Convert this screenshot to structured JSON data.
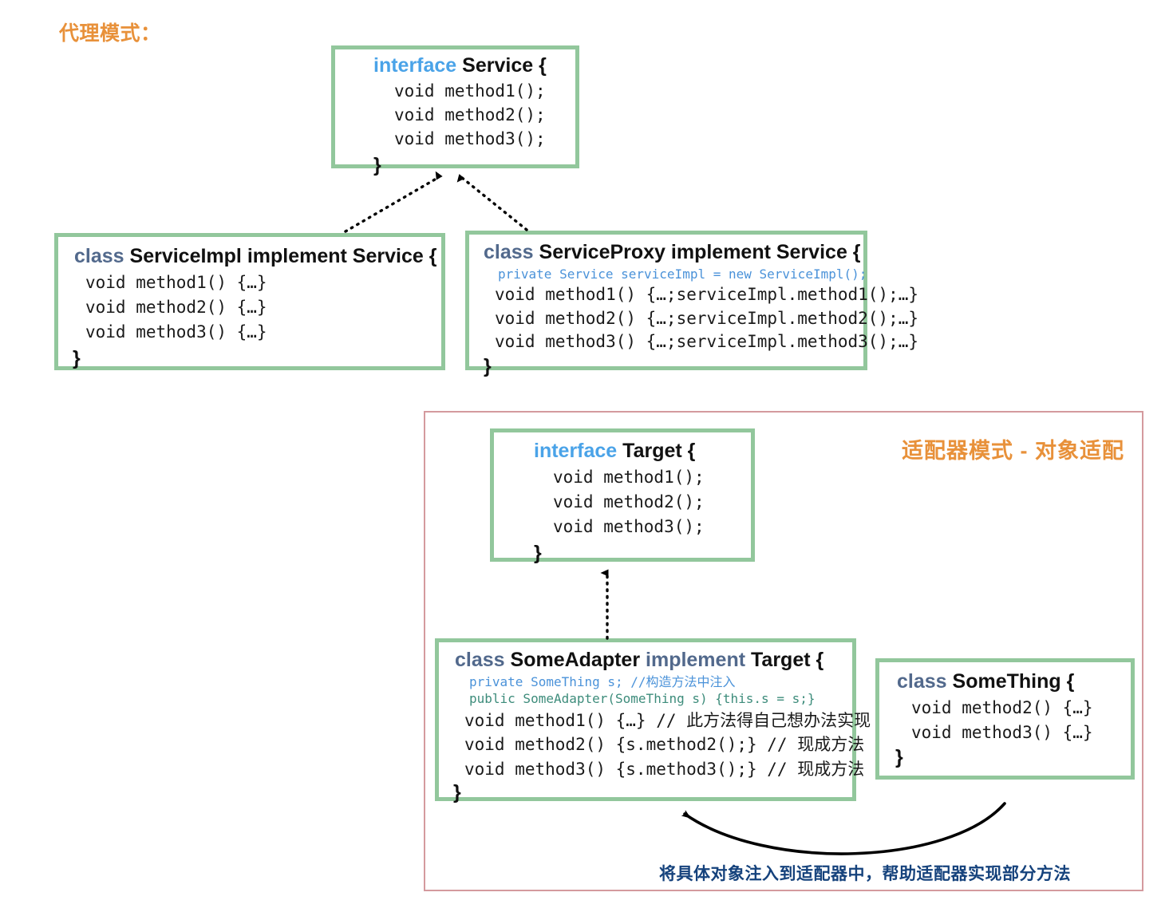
{
  "proxy_section": {
    "title": "代理模式：",
    "title_color": "#e8913a",
    "service_interface": {
      "header_keyword": "interface",
      "header_name": "Service {",
      "methods": [
        "void method1();",
        "void method2();",
        "void method3();"
      ],
      "closing_brace": "}"
    },
    "service_impl": {
      "header_keyword": "class",
      "header_name": "ServiceImpl implement Service {",
      "methods": [
        "void method1() {…}",
        "void method2() {…}",
        "void method3() {…}"
      ],
      "closing_brace": "}"
    },
    "service_proxy": {
      "header_keyword": "class",
      "header_name": "ServiceProxy implement Service {",
      "field": "private Service serviceImpl = new ServiceImpl();",
      "methods": [
        "void method1() {…;serviceImpl.method1();…}",
        "void method2() {…;serviceImpl.method2();…}",
        "void method3() {…;serviceImpl.method3();…}"
      ],
      "closing_brace": "}"
    }
  },
  "adapter_section": {
    "title": "适配器模式 - 对象适配",
    "title_color": "#e8913a",
    "panel_border_color": "#d49a9e",
    "target_interface": {
      "header_keyword": "interface",
      "header_name": "Target {",
      "methods": [
        "void method1();",
        "void method2();",
        "void method3();"
      ],
      "closing_brace": "}"
    },
    "some_adapter": {
      "header_keyword_class": "class",
      "header_name": "SomeAdapter",
      "header_keyword_implement": "implement",
      "header_target": "Target {",
      "field_private": "private SomeThing s; //构造方法中注入",
      "field_constructor": "public SomeAdapter(SomeThing s) {this.s = s;}",
      "methods": [
        "void method1() {…} // 此方法得自己想办法实现",
        "void method2() {s.method2();} // 现成方法",
        "void method3() {s.method3();} // 现成方法"
      ],
      "closing_brace": "}"
    },
    "some_thing": {
      "header_keyword": "class",
      "header_name": "SomeThing {",
      "methods": [
        "void method2() {…}",
        "void method3() {…}"
      ],
      "closing_brace": "}"
    },
    "caption": "将具体对象注入到适配器中，帮助适配器实现部分方法",
    "caption_color": "#15427c"
  },
  "styles": {
    "box_border_color": "#92c79c",
    "interface_keyword_color": "#4aa3e8",
    "class_keyword_color": "#52698c",
    "field_blue_color": "#4a92d9",
    "field_green_color": "#3d8c7b",
    "connector_color": "#000000"
  }
}
